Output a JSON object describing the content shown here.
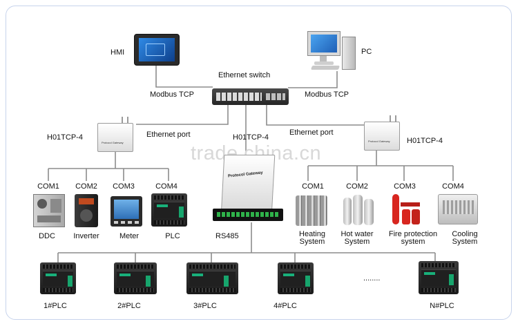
{
  "labels": {
    "hmi": "HMI",
    "pc": "PC",
    "ethernet_switch": "Ethernet switch",
    "modbus_tcp_left": "Modbus TCP",
    "modbus_tcp_right": "Modbus TCP",
    "gateway_left": "H01TCP-4",
    "gateway_center": "H01TCP-4",
    "gateway_right": "H01TCP-4",
    "ethernet_port_left": "Ethernet port",
    "ethernet_port_right": "Ethernet port",
    "rs485": "RS485",
    "dots": "........"
  },
  "watermark": "trade.china.cn",
  "gateway_front_text": "Protocol Gateway",
  "left_com": [
    {
      "port": "COM1",
      "device": "DDC"
    },
    {
      "port": "COM2",
      "device": "Inverter"
    },
    {
      "port": "COM3",
      "device": "Meter"
    },
    {
      "port": "COM4",
      "device": "PLC"
    }
  ],
  "right_com": [
    {
      "port": "COM1",
      "line1": "Heating",
      "line2": "System"
    },
    {
      "port": "COM2",
      "line1": "Hot water",
      "line2": "System"
    },
    {
      "port": "COM3",
      "line1": "Fire protection",
      "line2": "system"
    },
    {
      "port": "COM4",
      "line1": "Cooling",
      "line2": "System"
    }
  ],
  "plcs": [
    "1#PLC",
    "2#PLC",
    "3#PLC",
    "4#PLC",
    "N#PLC"
  ],
  "colors": {
    "frame_border": "#c7d3ec",
    "wire": "#8c8c8c",
    "plc_accent": "#18b07a",
    "fire_red": "#d8261f",
    "screen_blue": "#1f6fd1"
  }
}
